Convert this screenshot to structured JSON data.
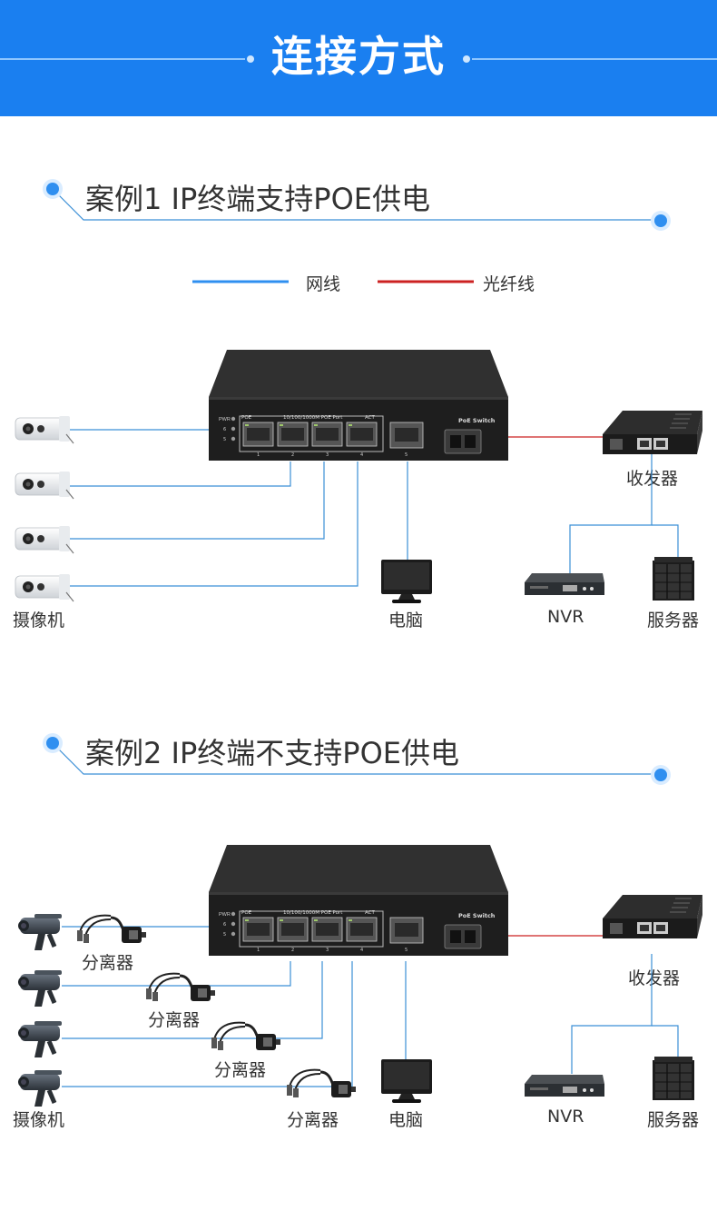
{
  "banner": {
    "title": "连接方式"
  },
  "case1": {
    "title": "案例1  IP终端支持POE供电",
    "labels": {
      "cameras": "摄像机",
      "pc": "电脑",
      "transceiver": "收发器",
      "nvr": "NVR",
      "server": "服务器"
    }
  },
  "case2": {
    "title": "案例2  IP终端不支持POE供电",
    "labels": {
      "cameras": "摄像机",
      "pc": "电脑",
      "transceiver": "收发器",
      "nvr": "NVR",
      "server": "服务器",
      "splitter": "分离器"
    }
  },
  "legend": {
    "network": "网线",
    "fiber": "光纤线"
  },
  "switch": {
    "model": "PoE Switch",
    "ports_header": "10/100/1000M POE Port",
    "poe": "POE",
    "act": "ACT",
    "pwr": "PWR",
    "port_numbers": [
      "1",
      "2",
      "3",
      "4",
      "5"
    ]
  },
  "colors": {
    "banner": "#1a7ff0",
    "network_line": "#3b8fd6",
    "fiber_line": "#cc2222",
    "accent_dot": "#2f8ff0"
  }
}
